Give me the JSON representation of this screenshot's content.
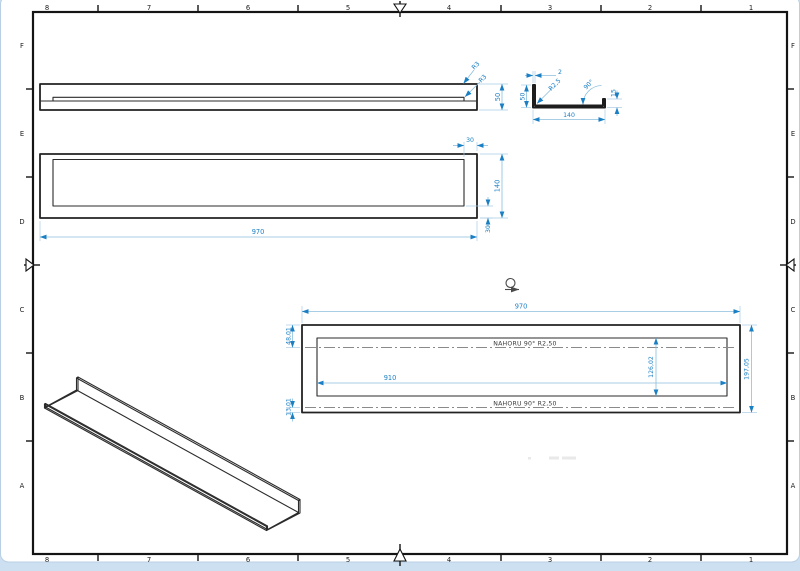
{
  "sheet": {
    "grid": {
      "columns": [
        "8",
        "7",
        "6",
        "5",
        "4",
        "3",
        "2",
        "1"
      ],
      "rows": [
        "F",
        "E",
        "D",
        "C",
        "B",
        "A"
      ]
    }
  },
  "front_view": {
    "height_dim": "50",
    "radius_outer_dim": "R3",
    "radius_inner_dim": "R3"
  },
  "top_view": {
    "length_dim": "970",
    "width_dim": "140",
    "offset_top_dim": "30",
    "offset_bottom_dim": "30"
  },
  "section_view": {
    "thickness_dim": "2",
    "height_dim": "50",
    "radius_dim": "R2,5",
    "angle_dim": "90°",
    "flange_dim": "15",
    "width_dim": "140"
  },
  "flat_pattern": {
    "length_dim": "970",
    "inner_length_dim": "910",
    "bend_top_dim": "48,01",
    "bend_bottom_dim": "13,01",
    "inner_width_dim": "126,02",
    "total_width_dim": "197,05",
    "bend_note_top": "NAHORU 90° R2,50",
    "bend_note_bottom": "NAHORU 90° R2,50"
  },
  "colors": {
    "dimension_text": "#1b7fc4",
    "dimension_line": "#8bbede",
    "edge": "#2b2b2b",
    "bend_centerline": "#8a8a8a",
    "paper": "#ffffff",
    "backdrop": "#cde0f1"
  }
}
